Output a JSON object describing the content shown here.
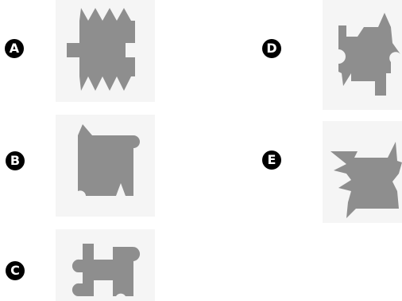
{
  "options": [
    {
      "letter": "A",
      "shape": "gear-blob-with-sawtooth-top-bottom"
    },
    {
      "letter": "B",
      "shape": "blob-with-top-spike-and-notches"
    },
    {
      "letter": "C",
      "shape": "h-shaped-blob"
    },
    {
      "letter": "D",
      "shape": "blob-with-star-spikes"
    },
    {
      "letter": "E",
      "shape": "blob-with-side-spikes"
    }
  ],
  "colors": {
    "shape_fill": "#8e8e8e",
    "panel_bg": "#f5f5f5",
    "badge_bg": "#000000",
    "badge_text": "#ffffff"
  }
}
